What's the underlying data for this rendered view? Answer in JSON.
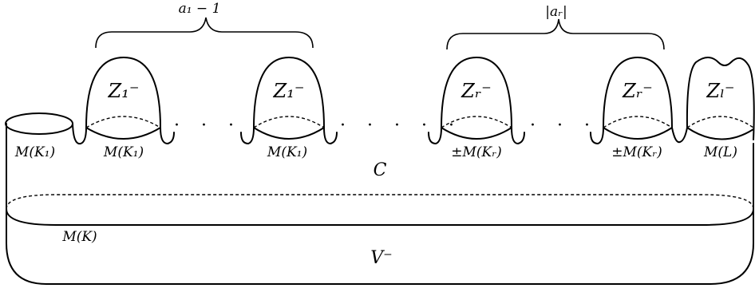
{
  "braces": {
    "left": "a₁ − 1",
    "right": "|aᵣ|"
  },
  "caps": {
    "c1": "Z₁⁻",
    "c2": "Z₁⁻",
    "c3": "Zᵣ⁻",
    "c4": "Zᵣ⁻",
    "c5": "Zₗ⁻"
  },
  "boundary_labels": {
    "outer": "M(K₁)",
    "b1": "M(K₁)",
    "b2": "M(K₁)",
    "b3": "±M(Kᵣ)",
    "b4": "±M(Kᵣ)",
    "b5": "M(L)"
  },
  "regions": {
    "middle": "C",
    "bottom": "V⁻",
    "inner_ellipse": "M(K)"
  },
  "dots": {
    "d1": "· · ·",
    "d2": "· · · · ·",
    "d3": "· · ·"
  }
}
